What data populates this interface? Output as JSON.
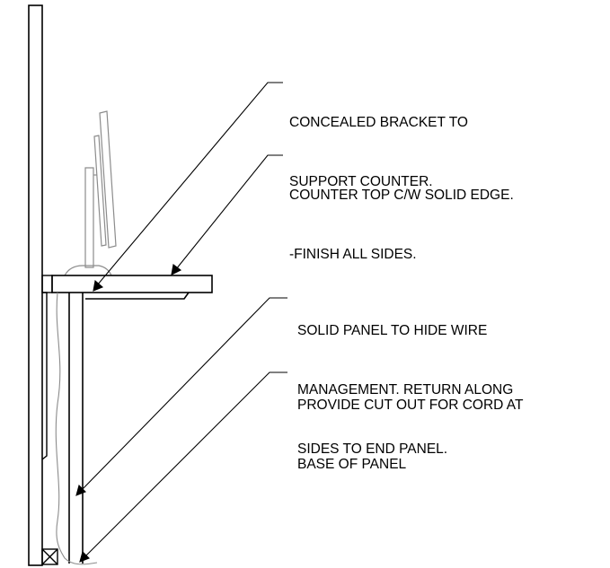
{
  "notes": [
    {
      "id": "bracket",
      "lines": [
        "CONCEALED BRACKET TO",
        "SUPPORT COUNTER."
      ]
    },
    {
      "id": "countertop",
      "lines": [
        "COUNTER TOP C/W SOLID EDGE.",
        "-FINISH ALL SIDES."
      ]
    },
    {
      "id": "panel",
      "lines": [
        "SOLID PANEL TO HIDE WIRE",
        "MANAGEMENT. RETURN ALONG",
        "SIDES TO END PANEL."
      ]
    },
    {
      "id": "cutout",
      "lines": [
        "PROVIDE CUT OUT FOR CORD AT",
        "BASE OF PANEL"
      ]
    }
  ],
  "colors": {
    "line": "#000000",
    "light_line": "#8c8c8c",
    "background": "#ffffff"
  }
}
